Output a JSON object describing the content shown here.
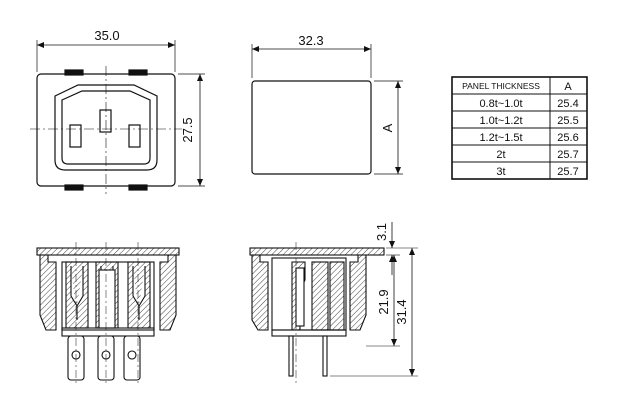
{
  "dimensions": {
    "front_width": "35.0",
    "front_height": "27.5",
    "side_width": "32.3",
    "side_height_label": "A",
    "flange_thickness": "3.1",
    "body_depth": "21.9",
    "total_depth": "31.4"
  },
  "panel_table": {
    "header": [
      "PANEL THICKNESS",
      "A"
    ],
    "rows": [
      [
        "0.8t~1.0t",
        "25.4"
      ],
      [
        "1.0t~1.2t",
        "25.5"
      ],
      [
        "1.2t~1.5t",
        "25.6"
      ],
      [
        "2t",
        "25.7"
      ],
      [
        "3t",
        "25.7"
      ]
    ]
  },
  "colors": {
    "line": "#111111",
    "hatch": "#111111",
    "background": "#ffffff"
  }
}
